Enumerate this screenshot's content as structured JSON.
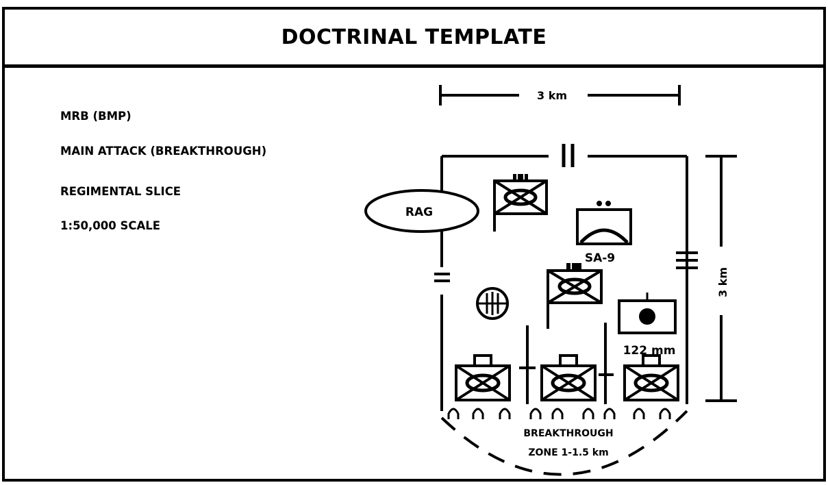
{
  "title": "DOCTRINAL TEMPLATE",
  "info": {
    "unit": "MRB (BMP)",
    "mission": "MAIN ATTACK (BREAKTHROUGH)",
    "slice": "REGIMENTAL SLICE",
    "scale": "1:50,000 SCALE"
  },
  "diagram": {
    "width_scale_label": "3 km",
    "depth_scale_label": "3 km",
    "rag_label": "RAG",
    "air_defense_label": "SA-9",
    "artillery_label": "122 mm",
    "breakthrough_label_line1": "BREAKTHROUGH",
    "breakthrough_label_line2": "ZONE 1-1.5 km"
  }
}
